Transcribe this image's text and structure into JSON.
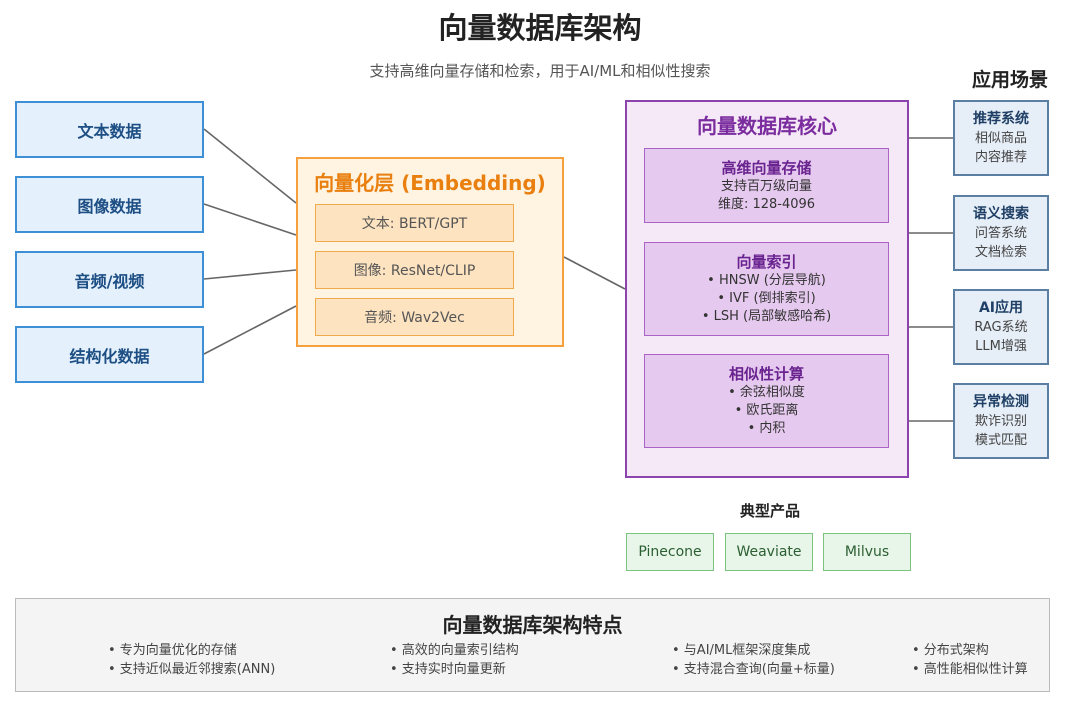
{
  "title": "向量数据库架构",
  "subtitle": "支持高维向量存储和检索，用于AI/ML和相似性搜索",
  "data_sources": [
    "文本数据",
    "图像数据",
    "音频/视频",
    "结构化数据"
  ],
  "embedding": {
    "title": "向量化层 (Embedding)",
    "items": [
      "文本: BERT/GPT",
      "图像: ResNet/CLIP",
      "音频: Wav2Vec"
    ]
  },
  "core": {
    "title": "向量数据库核心",
    "sections": [
      {
        "heading": "高维向量存储",
        "lines": [
          "支持百万级向量",
          "维度: 128-4096"
        ]
      },
      {
        "heading": "向量索引",
        "lines": [
          "• HNSW (分层导航)",
          "• IVF (倒排索引)",
          "• LSH (局部敏感哈希)"
        ]
      },
      {
        "heading": "相似性计算",
        "lines": [
          "• 余弦相似度",
          "• 欧氏距离",
          "• 内积"
        ]
      }
    ]
  },
  "applications": {
    "heading": "应用场景",
    "items": [
      {
        "title": "推荐系统",
        "lines": [
          "相似商品",
          "内容推荐"
        ]
      },
      {
        "title": "语义搜索",
        "lines": [
          "问答系统",
          "文档检索"
        ]
      },
      {
        "title": "AI应用",
        "lines": [
          "RAG系统",
          "LLM增强"
        ]
      },
      {
        "title": "异常检测",
        "lines": [
          "欺诈识别",
          "模式匹配"
        ]
      }
    ]
  },
  "products": {
    "heading": "典型产品",
    "items": [
      "Pinecone",
      "Weaviate",
      "Milvus"
    ]
  },
  "features": {
    "title": "向量数据库架构特点",
    "items": [
      "• 专为向量优化的存储",
      "• 高效的向量索引结构",
      "• 与AI/ML框架深度集成",
      "• 分布式架构",
      "• 支持近似最近邻搜索(ANN)",
      "• 支持实时向量更新",
      "• 支持混合查询(向量+标量)",
      "• 高性能相似性计算"
    ]
  },
  "colors": {
    "source": "#3d8fd6",
    "embedding": "#f5a03c",
    "core": "#8b44ad",
    "application": "#5a7fa3",
    "product": "#7ac47f"
  }
}
